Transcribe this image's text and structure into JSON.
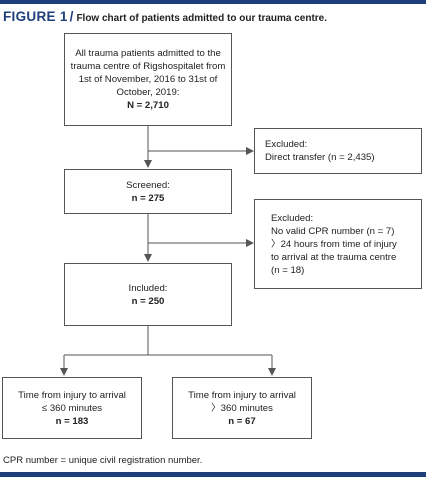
{
  "figure": {
    "label": "FIGURE 1",
    "slash": "/",
    "caption": "Flow chart of patients admitted to our trauma centre."
  },
  "boxes": {
    "all_patients": {
      "lines": [
        "All trauma patients admitted to the",
        "trauma centre of Rigshospitalet from",
        "1st of November, 2016 to 31st of",
        "October, 2019:"
      ],
      "count": "N = 2,710"
    },
    "excluded_1": {
      "title": "Excluded:",
      "lines": [
        "Direct transfer (n = 2,435)"
      ]
    },
    "screened": {
      "title": "Screened:",
      "count": "n = 275"
    },
    "excluded_2": {
      "title": "Excluded:",
      "lines": [
        "No valid CPR number (n = 7)",
        "〉24 hours from time of injury",
        "to arrival at the trauma centre",
        "(n = 18)"
      ]
    },
    "included": {
      "title": "Included:",
      "count": "n = 250"
    },
    "arrival_le": {
      "lines": [
        "Time from injury to arrival",
        "≤ 360 minutes"
      ],
      "count": "n = 183"
    },
    "arrival_gt": {
      "lines": [
        "Time from injury to arrival",
        "〉360 minutes"
      ],
      "count": "n = 67"
    }
  },
  "footnote": "CPR number = unique civil registration number.",
  "colors": {
    "accent": "#1f3f7a",
    "line": "#555555"
  }
}
